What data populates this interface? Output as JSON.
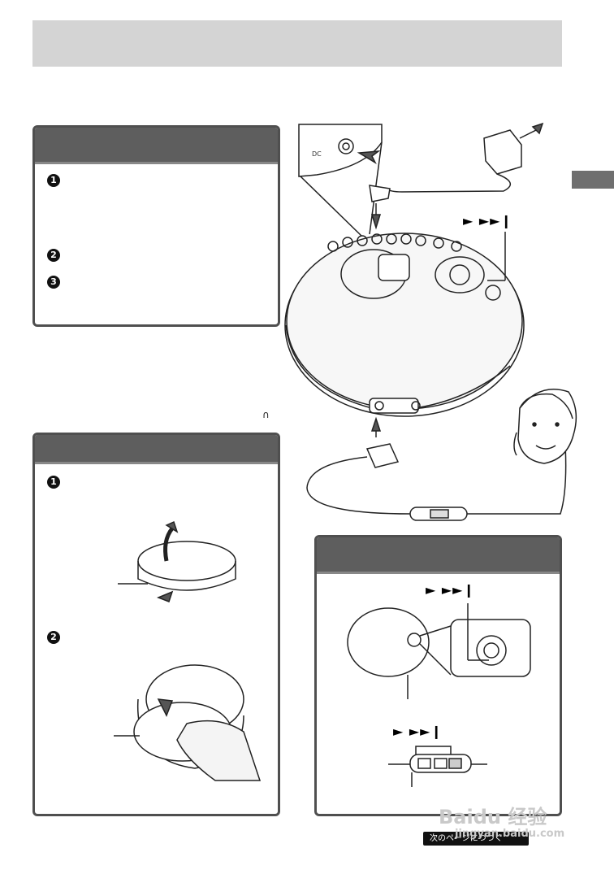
{
  "labels": {
    "headphone_symbol": "∩",
    "play_next_symbols_1": "► ►►❙",
    "play_next_symbols_2": "► ►►❙",
    "play_next_symbols_3": "► ►►❙",
    "step_1": "1",
    "step_2": "2",
    "step_3": "3",
    "step_1b": "1",
    "step_2b": "2",
    "next_page": "次のページにつづく",
    "watermark_brand": "Baidu 经验",
    "watermark_url": "jingyan.baidu.com"
  },
  "colors": {
    "panel_header": "#5e5e5e",
    "panel_border": "#4f4f4f",
    "title_band": "#d4d4d4"
  }
}
